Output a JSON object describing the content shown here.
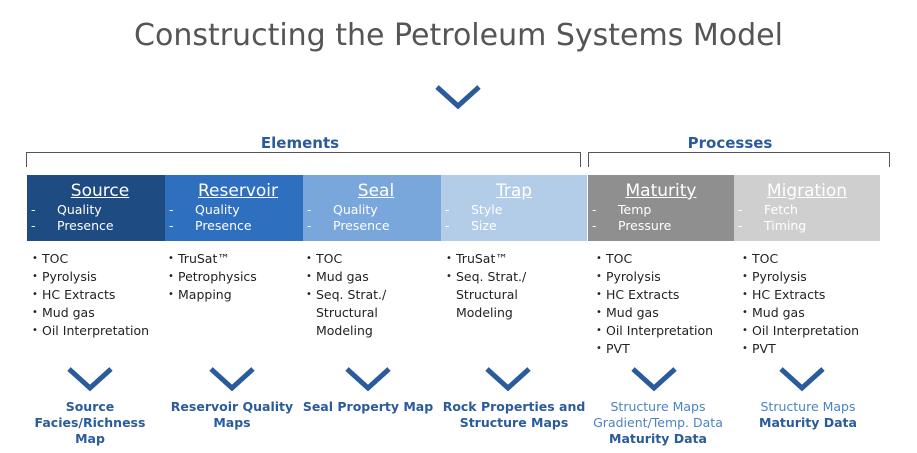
{
  "title": "Constructing the Petroleum Systems Model",
  "groups": {
    "elements_label": "Elements",
    "processes_label": "Processes"
  },
  "columns": [
    {
      "name": "Source",
      "subs": [
        "Quality",
        "Presence"
      ],
      "bullets": [
        "TOC",
        "Pyrolysis",
        "HC Extracts",
        "Mud gas",
        "Oil Interpretation"
      ],
      "output": [
        "Source",
        "Facies/Richness",
        "Map"
      ],
      "colors": {
        "bg": "#1d4b82",
        "text": "#ffffff"
      }
    },
    {
      "name": "Reservoir",
      "subs": [
        "Quality",
        "Presence"
      ],
      "bullets": [
        "TruSat™",
        "Petrophysics",
        "Mapping"
      ],
      "output": [
        "Reservoir Quality",
        "Maps"
      ],
      "colors": {
        "bg": "#2e6fbf",
        "text": "#ffffff"
      }
    },
    {
      "name": "Seal",
      "subs": [
        "Quality",
        "Presence"
      ],
      "bullets": [
        "TOC",
        "Mud gas",
        "Seq. Strat./",
        "Structural",
        "Modeling"
      ],
      "output": [
        "Seal Property Map"
      ],
      "colors": {
        "bg": "#79a6db",
        "text": "#ffffff"
      }
    },
    {
      "name": "Trap",
      "subs": [
        "Style",
        "Size"
      ],
      "bullets": [
        "TruSat™",
        "Seq. Strat./",
        "Structural",
        "Modeling"
      ],
      "output": [
        "Rock Properties and",
        "Structure Maps"
      ],
      "colors": {
        "bg": "#b3cde9",
        "text": "#ffffff"
      }
    },
    {
      "name": "Maturity",
      "subs": [
        "Temp",
        "Pressure"
      ],
      "bullets": [
        "TOC",
        "Pyrolysis",
        "HC Extracts",
        "Mud gas",
        "Oil Interpretation",
        "PVT"
      ],
      "output": [
        "Structure Maps",
        "Gradient/Temp. Data",
        "Maturity Data"
      ],
      "colors": {
        "bg": "#8f8f8f",
        "text": "#ffffff"
      }
    },
    {
      "name": "Migration",
      "subs": [
        "Fetch",
        "Timing"
      ],
      "bullets": [
        "TOC",
        "Pyrolysis",
        "HC Extracts",
        "Mud gas",
        "Oil Interpretation",
        "PVT"
      ],
      "output": [
        "Structure Maps",
        "Maturity Data"
      ],
      "colors": {
        "bg": "#cfcfcf",
        "text": "#ffffff"
      }
    }
  ]
}
